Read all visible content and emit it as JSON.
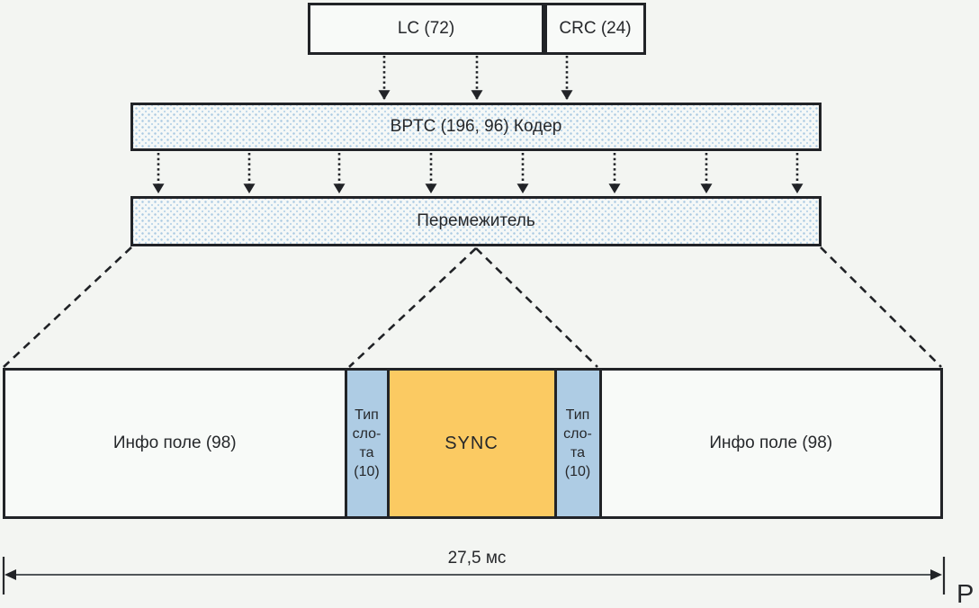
{
  "diagram": {
    "top_boxes": {
      "lc_label": "LC (72)",
      "crc_label": "CRC (24)"
    },
    "encoder_label": "BPTC (196, 96) Кодер",
    "interleaver_label": "Перемежитель",
    "frame": {
      "info_field_left": "Инфо поле (98)",
      "slot_type_lines": [
        "Тип",
        "сло-",
        "та",
        "(10)"
      ],
      "sync_label": "SYNC",
      "info_field_right": "Инфо поле (98)"
    },
    "duration_label": "27,5 мс",
    "caption_fragment": "Р",
    "colors": {
      "background": "#f3f5f2",
      "border": "#212327",
      "box_fill": "#f8faf8",
      "stipple_dot": "#a9c9e2",
      "slot_type_fill": "#aecce4",
      "sync_fill": "#fbca62"
    }
  }
}
